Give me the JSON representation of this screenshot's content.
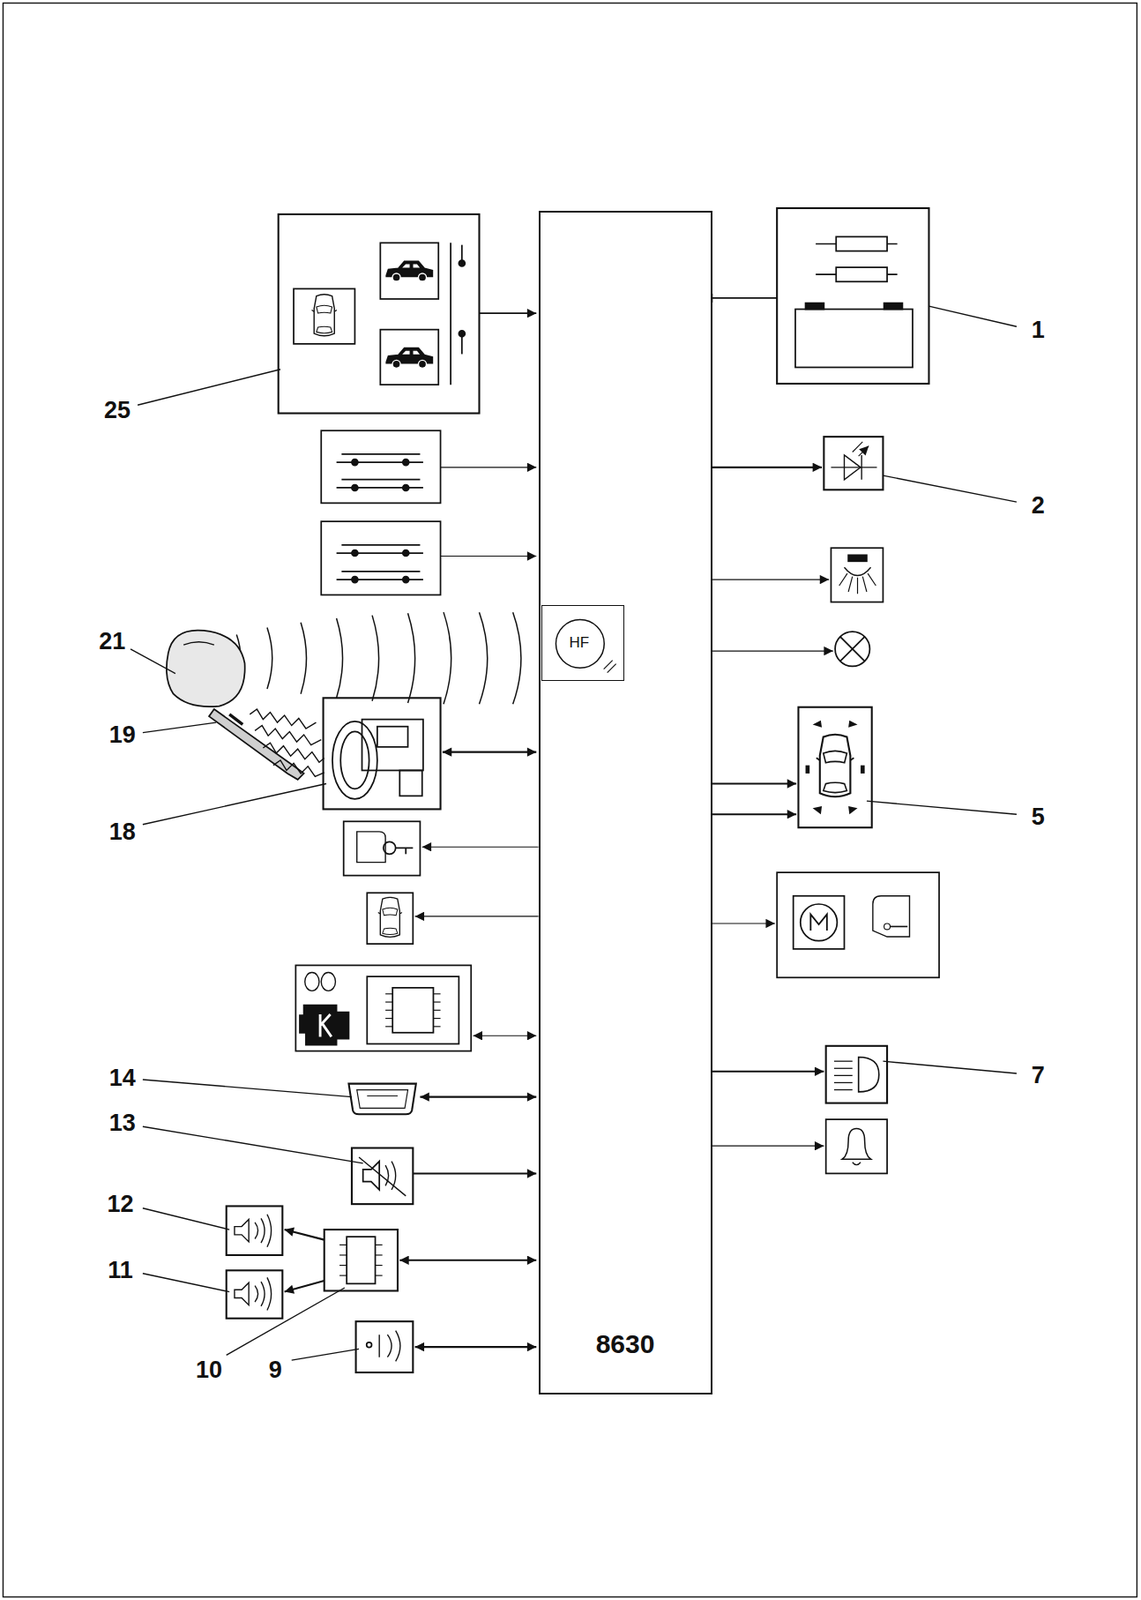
{
  "diagram": {
    "nodes": [
      {
        "text": [
          "8630"
        ]
      },
      {
        "text": [
          "HF"
        ],
        "in": 0
      }
    ],
    "labels": [
      "25",
      "1",
      "2",
      "21",
      "19",
      "18",
      "5",
      "7",
      "14",
      "13",
      "12",
      "11",
      "10",
      "9"
    ]
  }
}
